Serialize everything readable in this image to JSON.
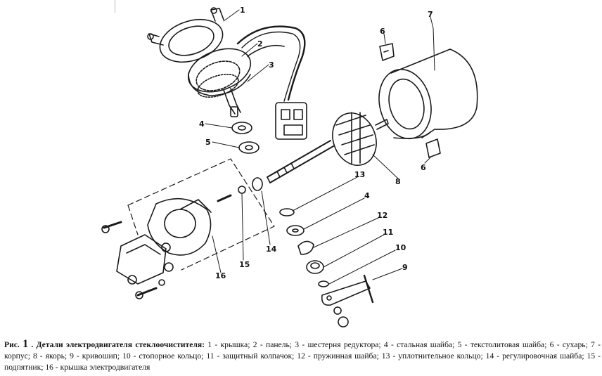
{
  "callouts": [
    "1",
    "2",
    "3",
    "4",
    "5",
    "6",
    "7",
    "6",
    "8",
    "13",
    "4",
    "12",
    "11",
    "10",
    "9",
    "14",
    "15",
    "16"
  ],
  "caption": {
    "fig_label": "Рис.",
    "fig_number": "1",
    "title": ". Детали электродвигателя стеклоочистителя:",
    "text": " 1 - крышка; 2 - панель; 3 - шестерня редуктора; 4 - стальная шайба; 5 - текстолитовая шайба; 6 - сухарь; 7 - корпус; 8 - якорь; 9 - кривошип; 10 - стопорное кольцо; 11 - защитный колпачок; 12 - пружинная шайба; 13 - уплотнительное кольцо; 14 - регулировочная шайба; 15 - подпятник; 16 - крышка электродвигателя"
  }
}
